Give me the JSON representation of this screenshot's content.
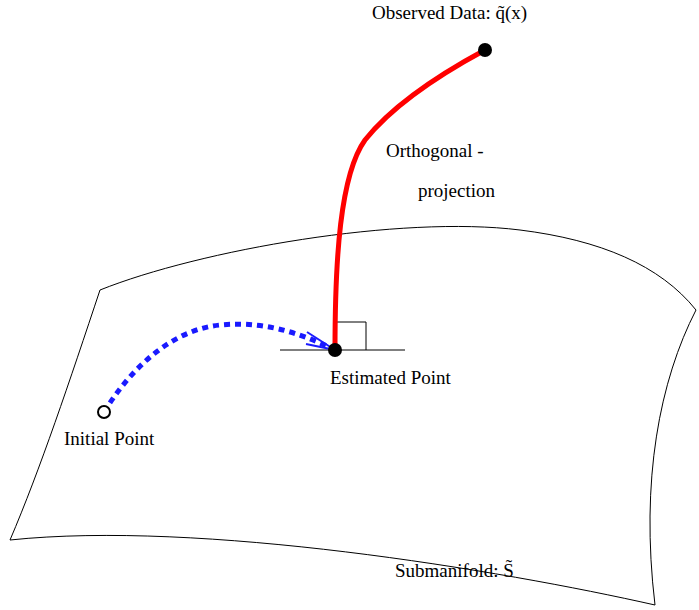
{
  "diagram": {
    "labels": [
      "Observed Data: q̃(x)",
      "Orthogonal -projection",
      "Estimated Point",
      "Initial Point",
      "Submanifold: S̃"
    ]
  }
}
